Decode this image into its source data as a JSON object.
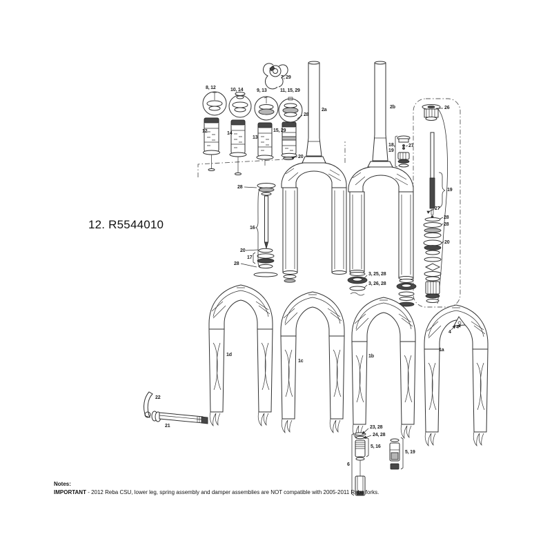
{
  "page": {
    "background": "#ffffff",
    "ink": "#231f20",
    "title": "12. R5544010"
  },
  "notes": {
    "heading": "Notes:",
    "important_label": "IMPORTANT",
    "important_text": " - 2012 Reba CSU, lower leg, spring assembly and damper assemblies are NOT compatible with 2005-2011 Reba forks."
  },
  "callouts": {
    "remote_lever": "7, 29",
    "topcap_a": "8, 12",
    "topcap_b": "10, 14",
    "topcap_c": "9, 13",
    "topcap_d": "11, 15, 29",
    "topcap_d_oring": "28",
    "spring_a": "12",
    "spring_b": "14",
    "spring_c": "13",
    "spring_d": "15, 29",
    "spring_d_seal": "20",
    "csu_a": "2a",
    "csu_b": "2b",
    "remote_cap": "26",
    "adjuster_knob_line1": "18,",
    "adjuster_knob_line2": "19",
    "adjuster_pin": "27",
    "remote_rod": "19",
    "rod_pin": "27",
    "rod_ring_1": "28",
    "rod_ring_2": "28",
    "seal_head": "20",
    "air_cap": "28",
    "air_shaft": "16",
    "shaft_ring": "20",
    "shaft_seals": "17",
    "shaft_oring": "28",
    "dust_seal_solo": "3, 25, 28",
    "dust_seal_dual": "3, 26, 28",
    "lower_leg_1d": "1d",
    "lower_leg_1c": "1c",
    "lower_leg_1b": "1b",
    "lower_leg_1a": "1a",
    "guard_bolt_a": "4",
    "guard_bolt_b": "4",
    "maxle_lever": "22",
    "maxle_axle": "21",
    "rebound_knob": "23, 28",
    "rebound_seal": "24, 28",
    "rebound_adjuster": "5, 16",
    "damper_assembly": "6",
    "rebound_adjuster_b": "5, 19"
  }
}
